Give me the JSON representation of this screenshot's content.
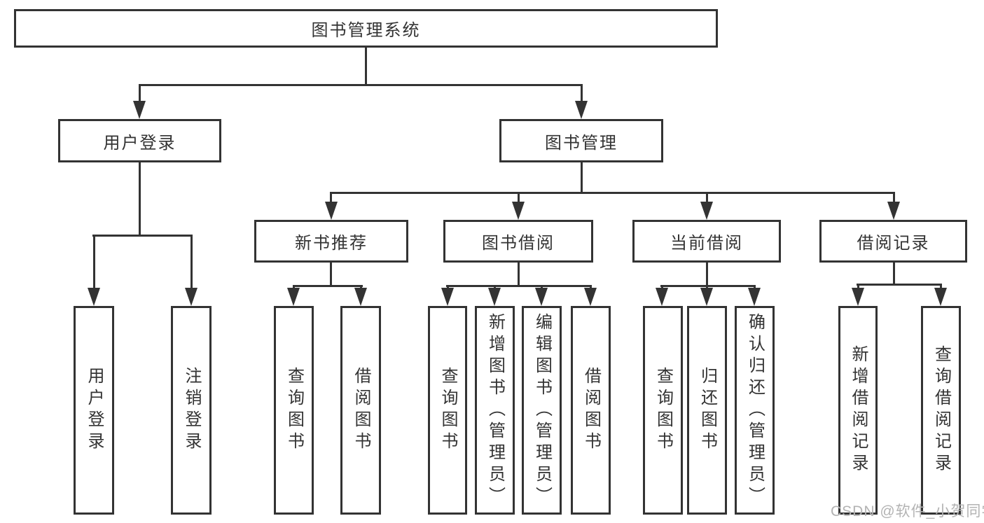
{
  "diagram": {
    "root": {
      "label": "图书管理系统"
    },
    "branches": [
      {
        "label": "用户登录",
        "children": [
          "用户登录",
          "注销登录"
        ]
      },
      {
        "label": "图书管理",
        "children": [
          {
            "label": "新书推荐",
            "children": [
              "查询图书",
              "借阅图书"
            ]
          },
          {
            "label": "图书借阅",
            "children": [
              "查询图书",
              "新增图书（管理员）",
              "编辑图书（管理员）",
              "借阅图书"
            ]
          },
          {
            "label": "当前借阅",
            "children": [
              "查询图书",
              "归还图书",
              "确认归还（管理员）"
            ]
          },
          {
            "label": "借阅记录",
            "children": [
              "新增借阅记录",
              "查询借阅记录"
            ]
          }
        ]
      }
    ]
  },
  "watermark": {
    "text": "CSDN @软件_小贺同学"
  },
  "colors": {
    "line": "#333333",
    "text": "#333333",
    "background": "#ffffff",
    "watermark": "#b3b3b3"
  }
}
